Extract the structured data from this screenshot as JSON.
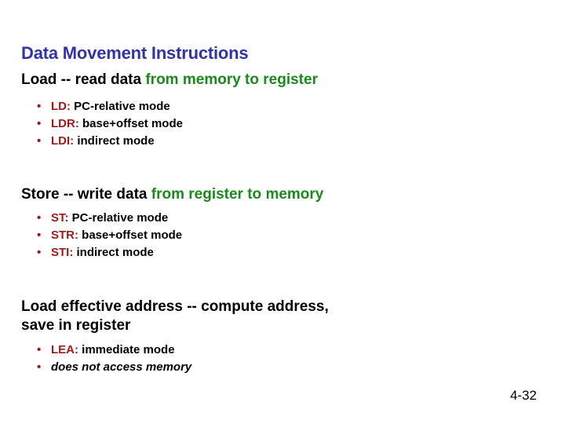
{
  "slide": {
    "title": "Data Movement Instructions",
    "page_number": "4-32",
    "colors": {
      "title": "#3333a8",
      "accent_green": "#1a8a1a",
      "accent_red": "#9e1a1a",
      "body_black": "#000000",
      "background": "#ffffff"
    },
    "sections": [
      {
        "id": "load",
        "lead_black": "Load -- read data ",
        "lead_green": "from memory to register",
        "bullets": [
          {
            "mnemonic": "LD:",
            "text": " PC-relative mode"
          },
          {
            "mnemonic": "LDR:",
            "text": " base+offset mode"
          },
          {
            "mnemonic": "LDI:",
            "text": " indirect mode"
          }
        ]
      },
      {
        "id": "store",
        "lead_black": "Store -- write data ",
        "lead_green": "from register to memory",
        "bullets": [
          {
            "mnemonic": "ST:",
            "text": " PC-relative mode"
          },
          {
            "mnemonic": "STR:",
            "text": " base+offset mode"
          },
          {
            "mnemonic": "STI:",
            "text": " indirect mode"
          }
        ]
      },
      {
        "id": "lea",
        "lead_black": "Load effective address -- compute address,\nsave in register",
        "lead_green": "",
        "bullets": [
          {
            "mnemonic": "LEA:",
            "text": " immediate mode"
          },
          {
            "mnemonic": "",
            "text": "does not access memory"
          }
        ]
      }
    ]
  }
}
